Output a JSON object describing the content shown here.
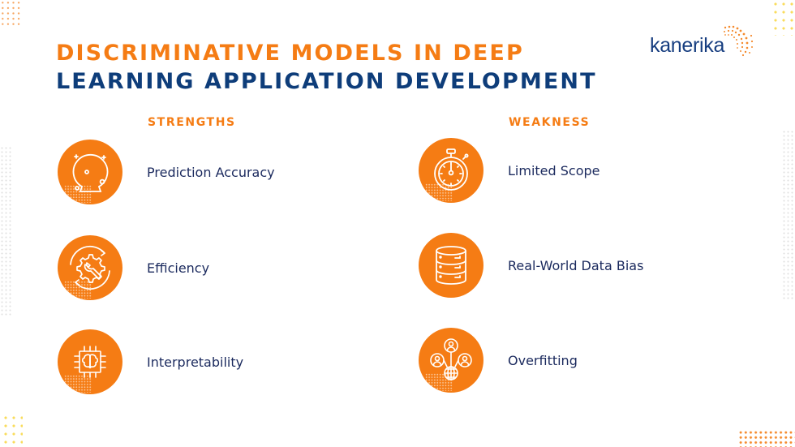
{
  "title": {
    "line1": "DISCRIMINATIVE MODELS IN DEEP",
    "line2": "LEARNING APPLICATION DEVELOPMENT"
  },
  "logo": {
    "text": "kanerika"
  },
  "colors": {
    "accent_orange": "#f57c14",
    "title_navy": "#0e3d7a",
    "label_navy": "#1b2a5e",
    "logo_blue": "#173e80"
  },
  "strengths": {
    "heading": "STRENGTHS",
    "items": [
      {
        "label": "Prediction Accuracy",
        "icon": "crystal-ball-icon"
      },
      {
        "label": "Efficiency",
        "icon": "gear-wrench-cycle-icon"
      },
      {
        "label": "Interpretability",
        "icon": "brain-chip-icon"
      }
    ]
  },
  "weakness": {
    "heading": "WEAKNESS",
    "items": [
      {
        "label": "Limited Scope",
        "icon": "stopwatch-icon"
      },
      {
        "label": "Real-World Data Bias",
        "icon": "database-icon"
      },
      {
        "label": "Overfitting",
        "icon": "network-people-icon"
      }
    ]
  }
}
